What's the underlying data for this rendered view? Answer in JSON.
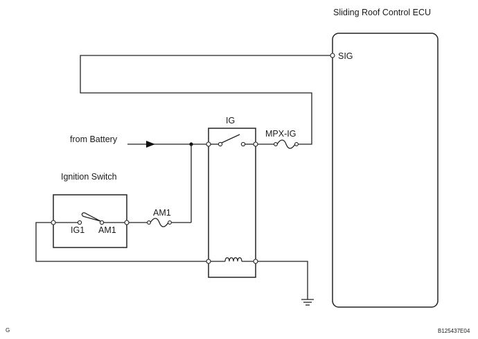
{
  "labels": {
    "ecu_title": "Sliding Roof Control ECU",
    "sig": "SIG",
    "ig_relay": "IG",
    "mpx_ig": "MPX-IG",
    "from_battery": "from Battery",
    "ignition_switch": "Ignition Switch",
    "am1_fuse": "AM1",
    "ig1_terminal": "IG1",
    "am1_terminal": "AM1",
    "corner_letter": "G",
    "figure_id": "B125437E04"
  }
}
